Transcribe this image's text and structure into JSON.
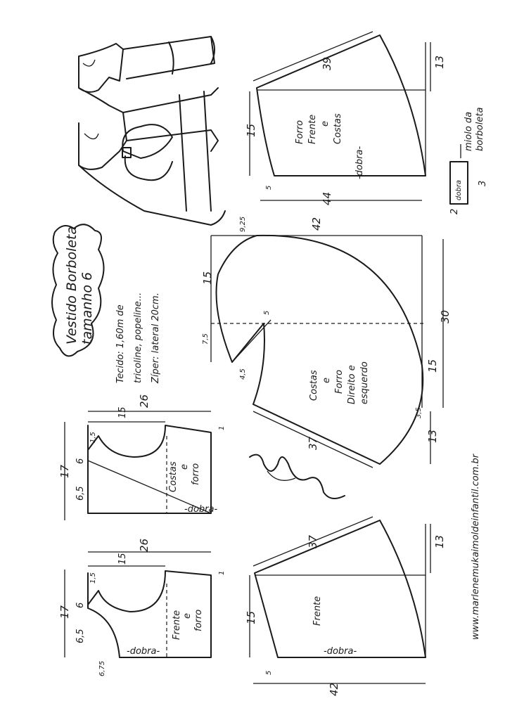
{
  "title": {
    "line1": "Vestido Borboleta",
    "line2": "tamanho 6"
  },
  "notes": {
    "fabric": "Tecido: 1,60m de",
    "fabric2": "tricoline, popeline...",
    "zipper": "Zíper: lateral 20cm."
  },
  "website": "www.marlenemukaimoldeinfantil.com.br",
  "pieces": {
    "lining_skirt": {
      "label1": "Forro",
      "label2": "Frente",
      "label3": "e",
      "label4": "Costas",
      "fold": "-dobra-"
    },
    "back_skirt": {
      "label1": "Costas",
      "label2": "e",
      "label3": "Forro",
      "label4": "Direito e",
      "label5": "esquerdo"
    },
    "front_skirt": {
      "label": "Frente",
      "fold": "-dobra-"
    },
    "back_bodice": {
      "label1": "Costas",
      "label2": "e",
      "label3": "forro",
      "fold": "-dobra-"
    },
    "front_bodice": {
      "label1": "Frente",
      "label2": "e",
      "label3": "forro",
      "fold": "-dobra-"
    },
    "butterfly": {
      "label": "dobra",
      "note1": "miolo da",
      "note2": "borboleta"
    }
  },
  "dims": {
    "d39": "39",
    "d13a": "13",
    "d15a": "15",
    "d5a": "5",
    "d44": "44",
    "d925": "9,25",
    "d42a": "42",
    "d15b": "15",
    "d75": "7,5",
    "d5b": "5",
    "d45": "4,5",
    "d30": "30",
    "d15c": "15",
    "d35": "3,5",
    "d13b": "13",
    "d37a": "37",
    "d37b": "37",
    "d13c": "13",
    "d15d": "15",
    "d5c": "5",
    "d42b": "42",
    "d26a": "26",
    "d15e": "15",
    "d17a": "17",
    "d65a": "6,5",
    "d6a": "6",
    "d15f": "1,5",
    "d1a": "1",
    "d26b": "26",
    "d15g": "15",
    "d17b": "17",
    "d65b": "6,5",
    "d6b": "6",
    "d15h": "1,5",
    "d1b": "1",
    "d675": "6,75",
    "d3": "3",
    "d2": "2"
  }
}
